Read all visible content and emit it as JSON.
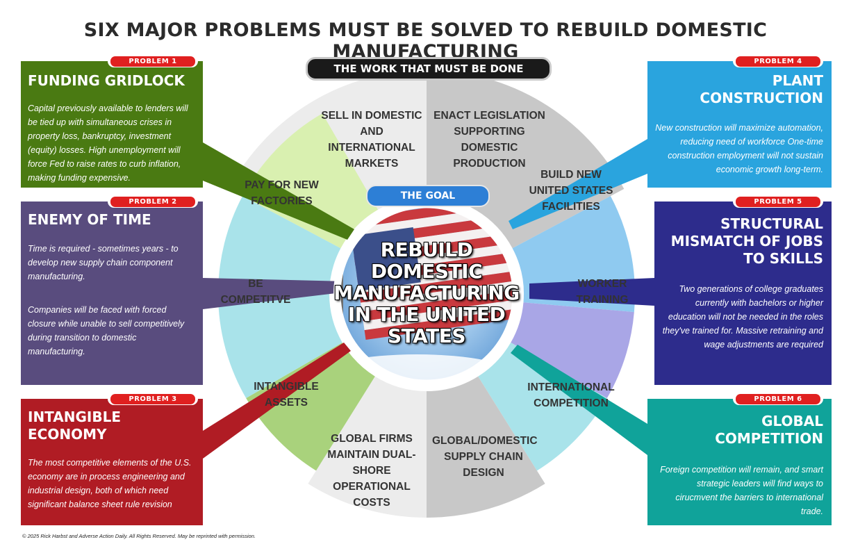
{
  "title": "SIX MAJOR PROBLEMS MUST BE SOLVED TO REBUILD DOMESTIC MANUFACTURING",
  "work_label": "THE WORK THAT MUST BE DONE",
  "goal_label": "THE GOAL",
  "goal_text": "REBUILD DOMESTIC MANUFACTURING IN THE UNITED STATES",
  "outer_segments": [
    {
      "text": "SELL IN DOMESTIC AND INTERNATIONAL MARKETS",
      "color": "#ececec"
    },
    {
      "text": "ENACT LEGISLATION SUPPORTING DOMESTIC PRODUCTION",
      "color": "#c8c8c8"
    },
    {
      "text": "GLOBAL/DOMESTIC SUPPLY CHAIN DESIGN",
      "color": "#c8c8c8"
    },
    {
      "text": "GLOBAL FIRMS MAINTAIN DUAL-SHORE OPERATIONAL COSTS",
      "color": "#ececec"
    }
  ],
  "inner_segments": [
    {
      "text": "PAY FOR NEW FACTORIES",
      "color": "#d9f0b0"
    },
    {
      "text": "BE COMPETITVE",
      "color": "#a9e3ea"
    },
    {
      "text": "INTANGIBLE ASSETS",
      "color": "#a9d27c"
    },
    {
      "text": "BUILD NEW UNITED STATES FACILITIES",
      "color": "#8fcaf0"
    },
    {
      "text": "WORKER TRAINING",
      "color": "#a9a6e6"
    },
    {
      "text": "INTERNATIONAL COMPETITION",
      "color": "#a9e3ea"
    }
  ],
  "problems": [
    {
      "tag": "PROBLEM 1",
      "title": "FUNDING GRIDLOCK",
      "body": "Capital previously available to lenders will be tied up with simultaneous crises in property loss, bankruptcy, investment (equity) losses.  High unemployment will force Fed to raise rates to curb inflation, making funding expensive.",
      "color": "#4a7a12"
    },
    {
      "tag": "PROBLEM 2",
      "title": "ENEMY OF TIME",
      "body": "Time is required - sometimes years - to develop new supply chain component manufacturing.",
      "body2": "Companies will be faced with forced closure while unable to sell competitively during transition to domestic manufacturing.",
      "color": "#594c7e"
    },
    {
      "tag": "PROBLEM 3",
      "title": "INTANGIBLE ECONOMY",
      "body": "The most competitive elements of the U.S. economy are in process engineering and industrial design, both of which need significant balance sheet rule revision",
      "color": "#b01c24"
    },
    {
      "tag": "PROBLEM 4",
      "title": "PLANT CONSTRUCTION",
      "body": "New construction will maximize automation, reducing need of workforce One-time construction employment will not sustain economic growth long-term.",
      "color": "#2aa4de"
    },
    {
      "tag": "PROBLEM 5",
      "title": "STRUCTURAL MISMATCH OF JOBS TO SKILLS",
      "body": "Two generations of college graduates currently with bachelors or higher education will not be needed in the roles they've trained for.  Massive retraining and wage adjustments are required",
      "color": "#2d2c8c"
    },
    {
      "tag": "PROBLEM 6",
      "title": "GLOBAL COMPETITION",
      "body": "Foreign competition will remain, and smart strategic leaders will find ways to cirucmvent the barriers to international trade.",
      "color": "#10a39a"
    }
  ],
  "footer": "© 2025 Rick Harbst and Adverse Action Daily. All Rights Reserved.  May be reprinted with permission."
}
